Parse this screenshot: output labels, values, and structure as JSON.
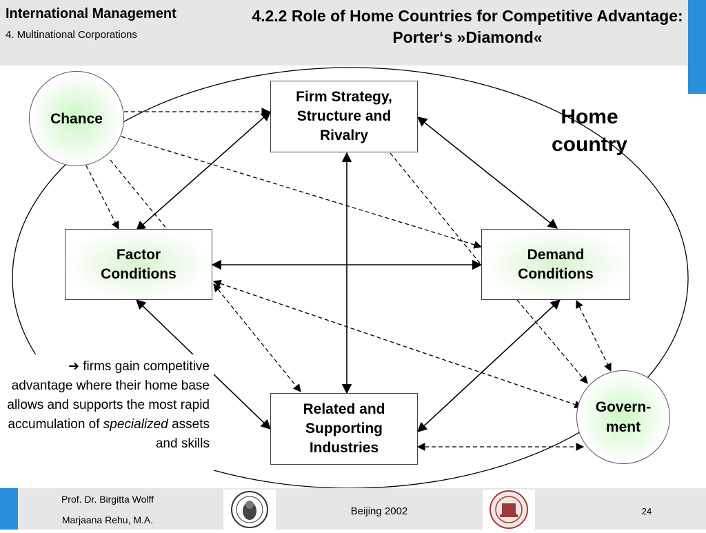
{
  "header": {
    "course_title": "International Management",
    "course_subtitle": "4. Multinational Corporations",
    "slide_title": "4.2.2 Role of Home Countries for Competitive Advantage: Porter‘s »Diamond«"
  },
  "diagram": {
    "home_label": "Home\ncountry",
    "nodes": {
      "firm": "Firm Strategy,\nStructure and\nRivalry",
      "factor": "Factor\nConditions",
      "demand": "Demand\nConditions",
      "related": "Related and\nSupporting\nIndustries",
      "chance": "Chance",
      "government": "Govern-\nment"
    }
  },
  "note": {
    "arrow": "➔",
    "line1": " firms gain competitive advantage where their home base allows and supports the most rapid accumulation of ",
    "emphasis": "specialized",
    "line2": " assets and skills"
  },
  "footer": {
    "author1": "Prof. Dr. Birgitta Wolff",
    "author2": "Marjaana Rehu, M.A.",
    "event": "Beijing 2002",
    "page": "24"
  },
  "colors": {
    "accent_blue": "#2b8fdc",
    "header_gray": "#e6e6e6",
    "node_glow": "#ccf5c4"
  }
}
